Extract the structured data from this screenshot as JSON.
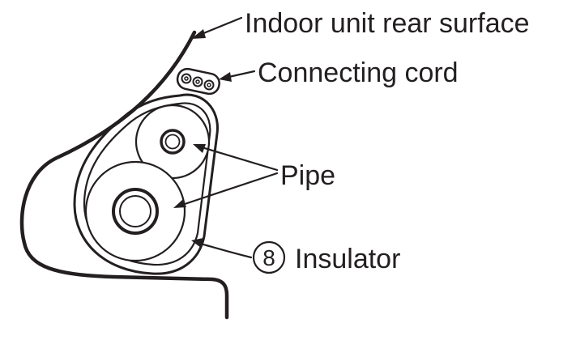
{
  "labels": {
    "rear_surface": "Indoor unit rear surface",
    "connecting_cord": "Connecting cord",
    "pipe": "Pipe",
    "insulator_number": "8",
    "insulator": "Insulator"
  }
}
